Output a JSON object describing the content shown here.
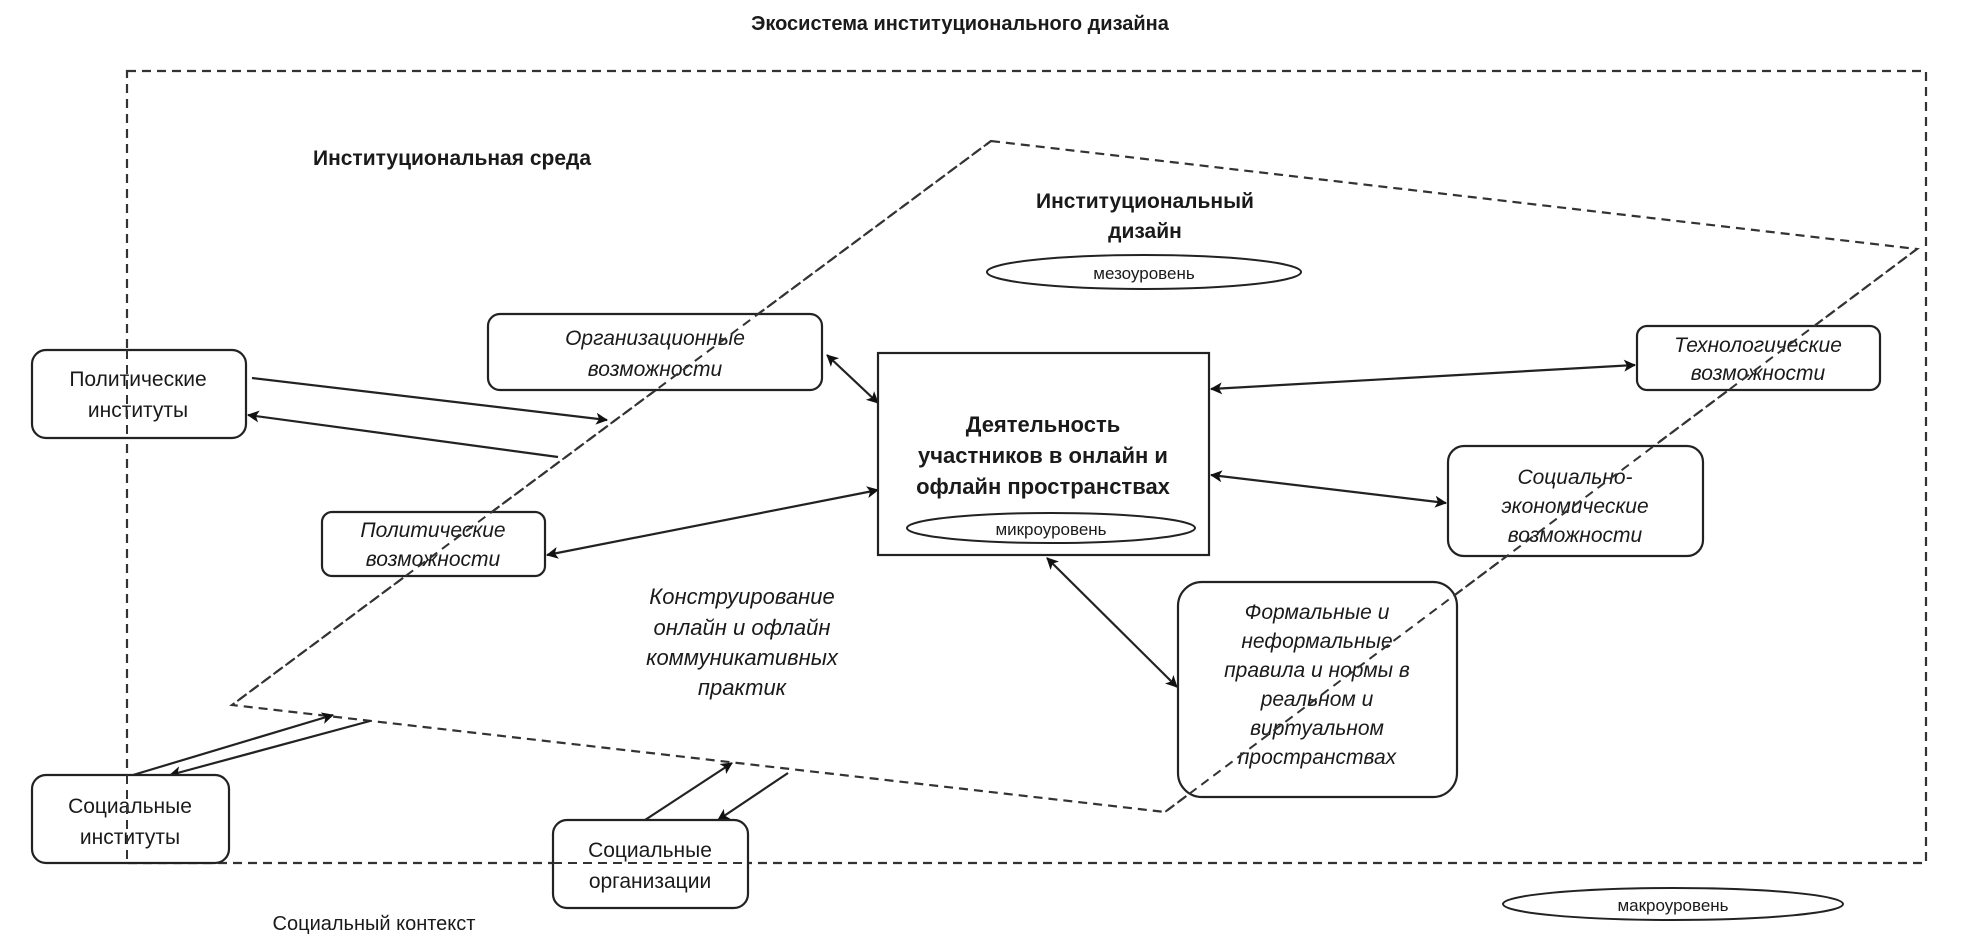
{
  "diagram": {
    "title": "Экосистема институционального дизайна",
    "regions": {
      "environment": "Институциональная среда",
      "design": [
        "Институциональный",
        "дизайн"
      ],
      "social_context": "Социальный контекст"
    },
    "levels": {
      "meso": "мезоуровень",
      "micro": "микроуровень",
      "macro": "макроуровень"
    },
    "nodes": {
      "center": [
        "Деятельность",
        "участников в онлайн и",
        "офлайн пространствах"
      ],
      "political_institutes": [
        "Политические",
        "институты"
      ],
      "social_institutes": [
        "Социальные",
        "институты"
      ],
      "social_organizations": [
        "Социальные",
        "организации"
      ],
      "org_opportunities": [
        "Организационные",
        "возможности"
      ],
      "political_opportunities": [
        "Политические",
        "возможности"
      ],
      "tech_opportunities": [
        "Технологические",
        "возможности"
      ],
      "socioecon_opportunities": [
        "Социально-",
        "экономические",
        "возможности"
      ],
      "rules_norms": [
        "Формальные и",
        "неформальные",
        "правила и нормы в",
        "реальном и",
        "виртуальном",
        "пространствах"
      ],
      "construction": [
        "Конструирование",
        "онлайн и офлайн",
        "коммуникативных",
        "практик"
      ]
    },
    "edges": [
      {
        "from": "political_institutes",
        "to": "institutional_design",
        "direction": "one-way"
      },
      {
        "from": "institutional_design",
        "to": "political_institutes",
        "direction": "one-way"
      },
      {
        "from": "social_institutes",
        "to": "institutional_design",
        "direction": "one-way"
      },
      {
        "from": "institutional_design",
        "to": "social_institutes",
        "direction": "one-way"
      },
      {
        "from": "social_organizations",
        "to": "institutional_design",
        "direction": "one-way"
      },
      {
        "from": "institutional_design",
        "to": "social_organizations",
        "direction": "one-way"
      },
      {
        "from": "center",
        "to": "org_opportunities",
        "direction": "two-way"
      },
      {
        "from": "center",
        "to": "political_opportunities",
        "direction": "two-way"
      },
      {
        "from": "center",
        "to": "tech_opportunities",
        "direction": "two-way"
      },
      {
        "from": "center",
        "to": "socioecon_opportunities",
        "direction": "two-way"
      },
      {
        "from": "center",
        "to": "rules_norms",
        "direction": "two-way"
      }
    ]
  }
}
